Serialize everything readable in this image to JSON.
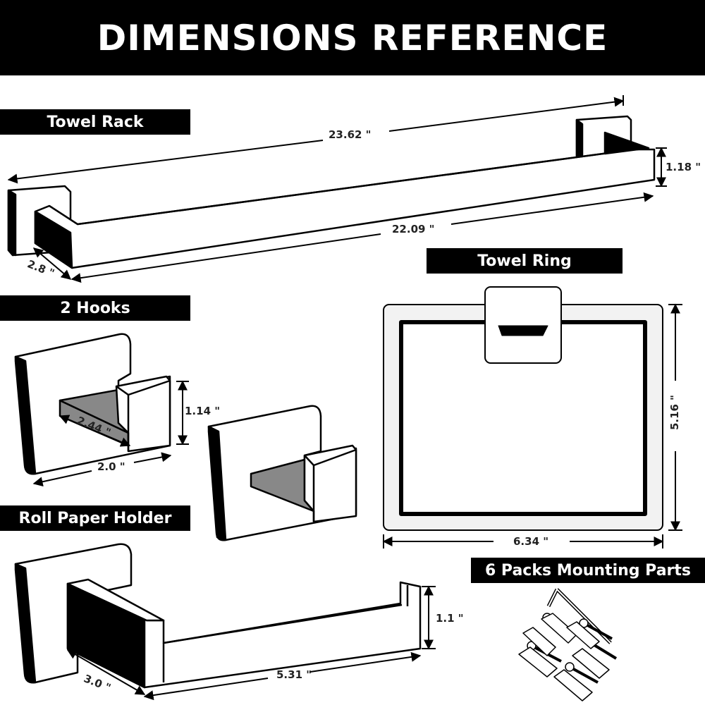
{
  "title": "DIMENSIONS REFERENCE",
  "sections": {
    "towel_rack": "Towel Rack",
    "hooks": "2 Hooks",
    "roll_paper_holder": "Roll Paper Holder",
    "towel_ring": "Towel Ring",
    "mounting_parts": "6 Packs Mounting Parts"
  },
  "dimensions": {
    "rack_length": "23.62 \"",
    "rack_bar": "22.09 \"",
    "rack_height": "1.18 \"",
    "rack_depth": "2.8 \"",
    "hook_length": "2.44 \"",
    "hook_height": "1.14 \"",
    "hook_width": "2.0 \"",
    "ring_height": "5.16 \"",
    "ring_width": "6.34 \"",
    "holder_height": "1.1 \"",
    "holder_length": "5.31 \"",
    "holder_depth": "3.0 \""
  },
  "colors": {
    "ink": "#000000",
    "paper": "#ffffff",
    "shade": "#888888",
    "ring_fill": "#f2f2f2"
  }
}
